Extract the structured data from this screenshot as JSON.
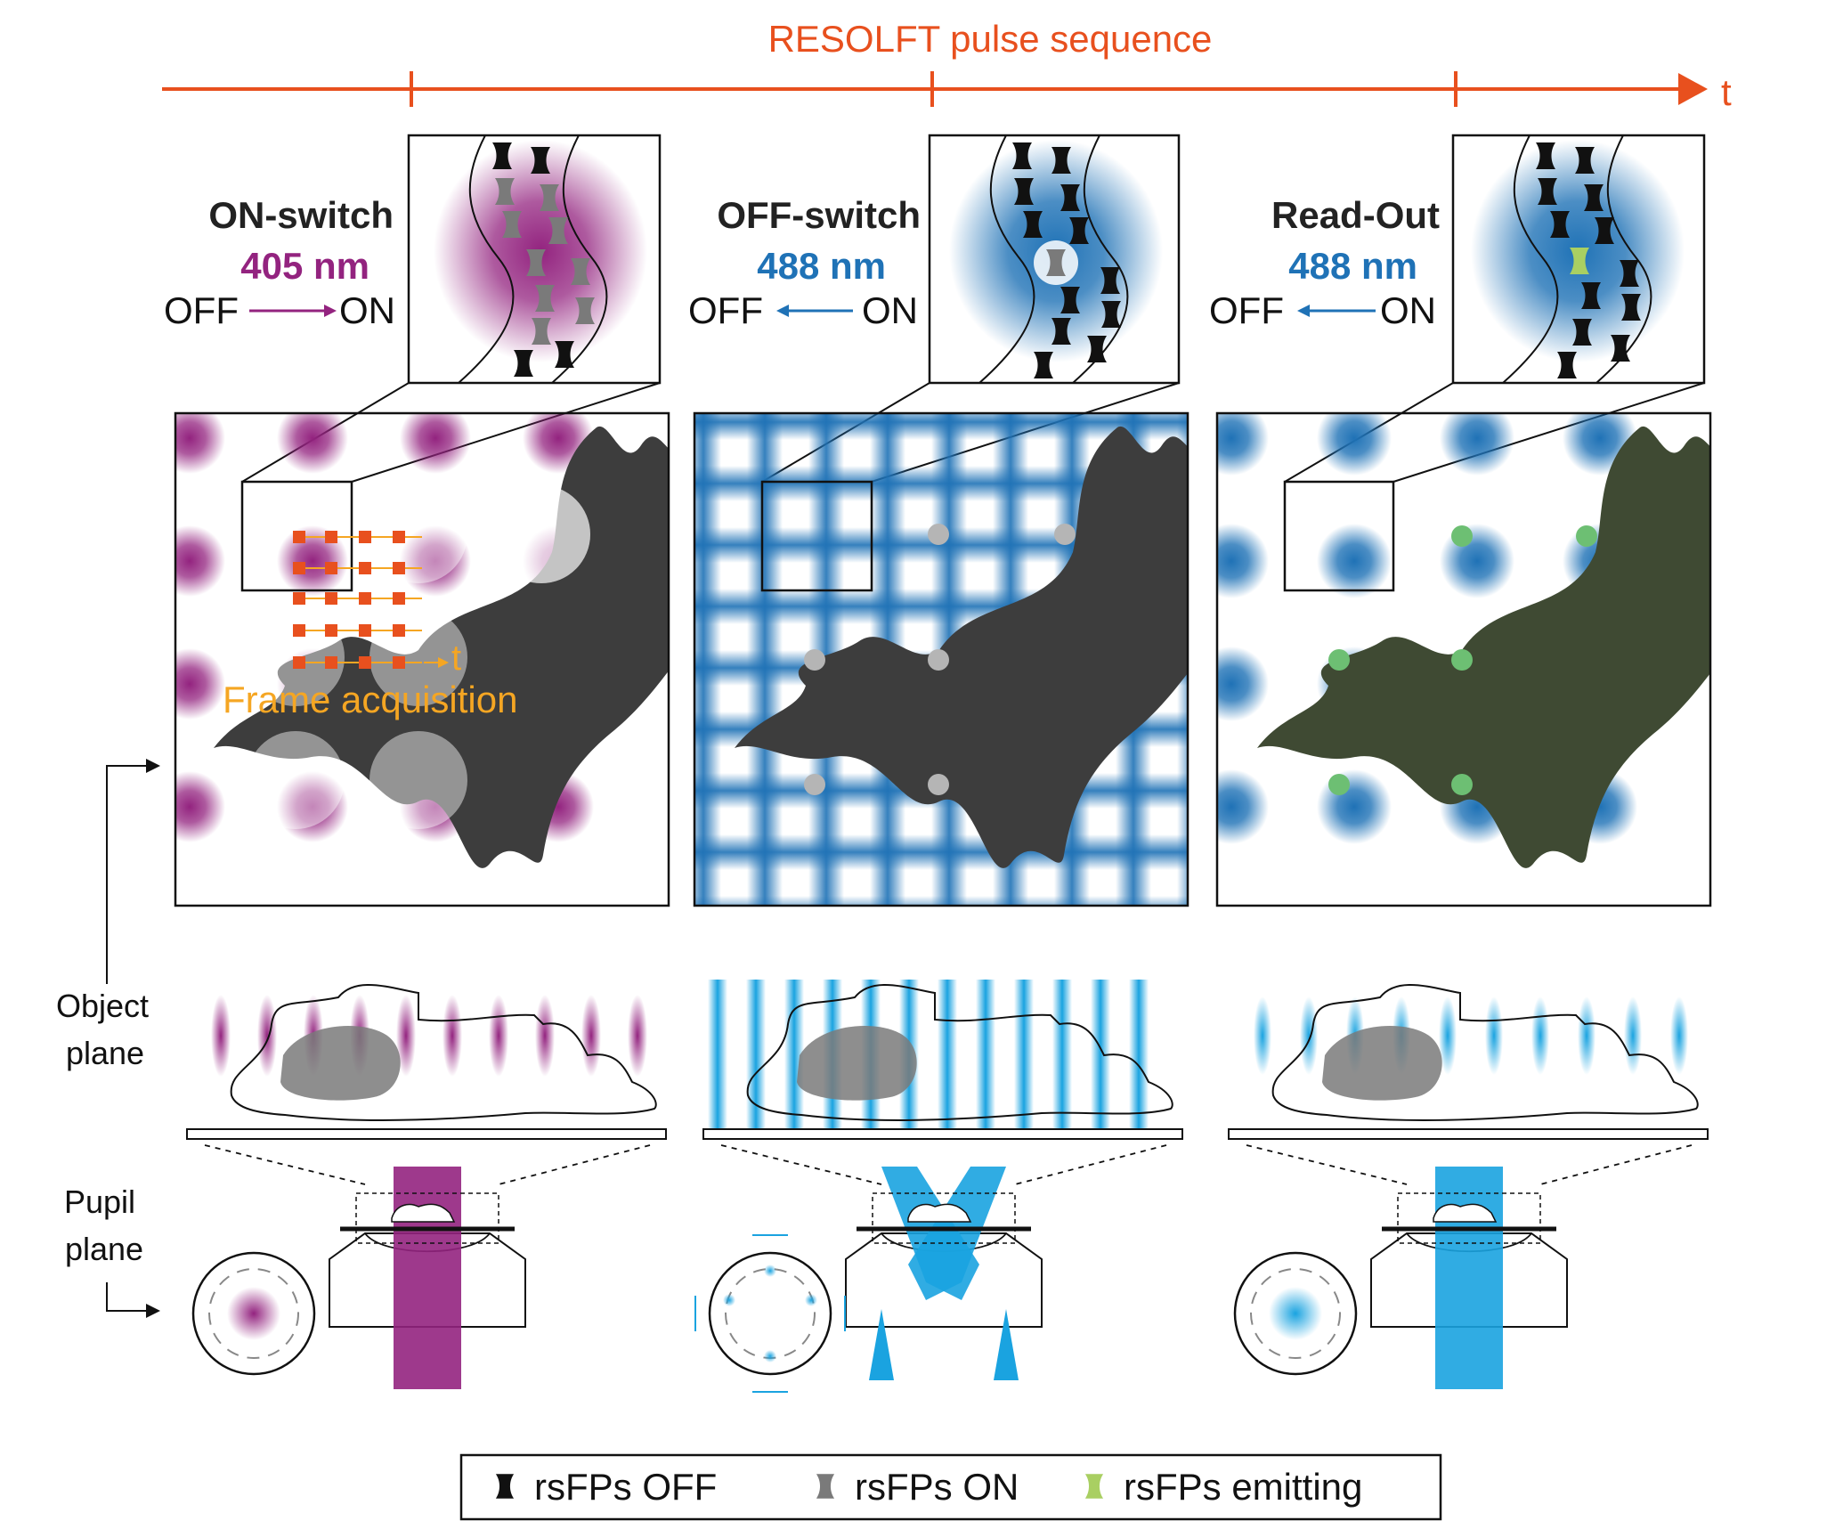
{
  "timeline": {
    "title": "RESOLFT pulse sequence",
    "axis_label": "t"
  },
  "steps": [
    {
      "title": "ON-switch",
      "wavelength": "405 nm",
      "from_state": "OFF",
      "to_state": "ON",
      "color": "#93237f"
    },
    {
      "title": "OFF-switch",
      "wavelength": "488 nm",
      "from_state": "OFF",
      "to_state": "ON",
      "color": "#1f72b6"
    },
    {
      "title": "Read-Out",
      "wavelength": "488 nm",
      "from_state": "OFF",
      "to_state": "ON",
      "color": "#1f72b6"
    }
  ],
  "frame_acquisition": {
    "label": "Frame acquisition",
    "axis_label": "t",
    "color": "#f5a623"
  },
  "planes": {
    "object": [
      "Object",
      "plane"
    ],
    "pupil": [
      "Pupil",
      "plane"
    ]
  },
  "legend": [
    {
      "label": "rsFPs OFF",
      "color": "#111111"
    },
    {
      "label": "rsFPs ON",
      "color": "#7a7a7a"
    },
    {
      "label": "rsFPs emitting",
      "color": "#a9cf62"
    }
  ],
  "colors": {
    "timeline": "#e8501e",
    "violet": "#93237f",
    "blue": "#1f72b6",
    "cyan": "#1aa3e0",
    "cell": "#3d3d3d",
    "cell_readout": "#3f4a33",
    "emit_green": "#6dbf73"
  }
}
